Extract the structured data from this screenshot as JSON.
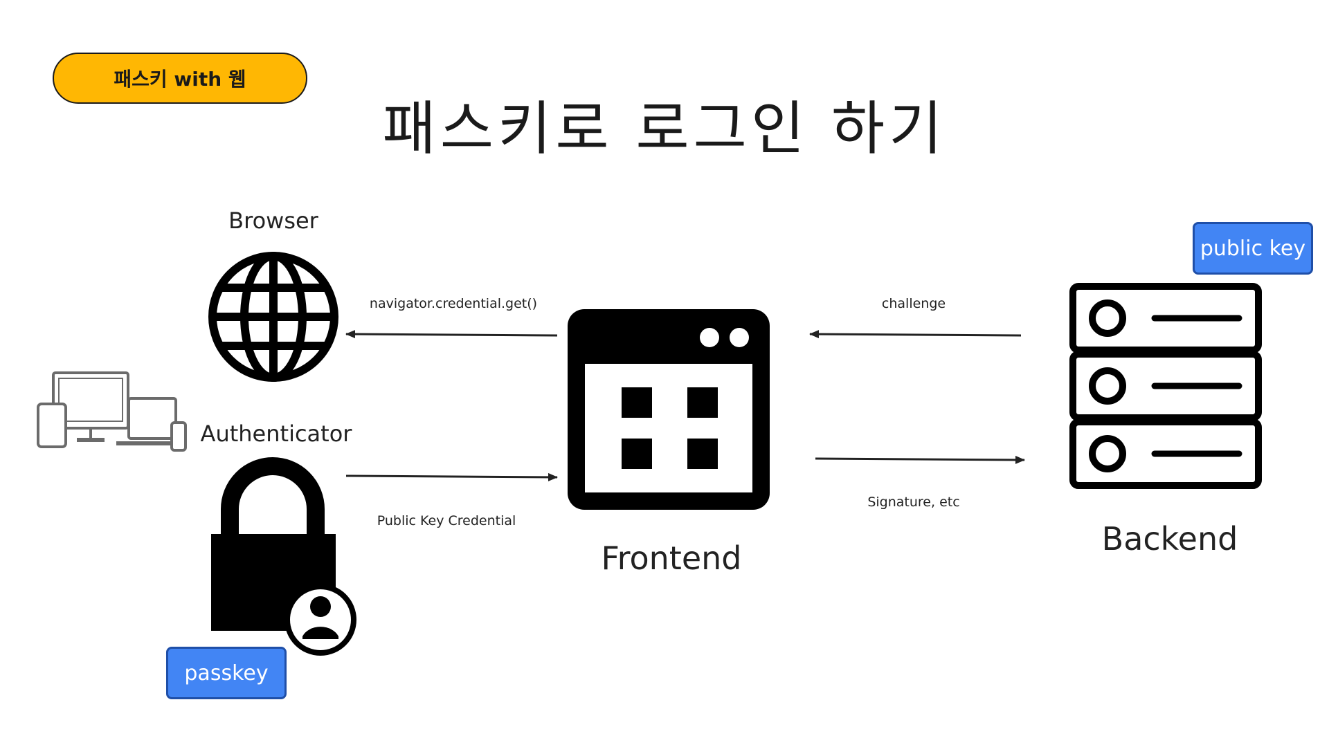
{
  "badge": {
    "text": "패스키 with 웹"
  },
  "title": "패스키로 로그인 하기",
  "nodes": {
    "browser": "Browser",
    "authenticator": "Authenticator",
    "frontend": "Frontend",
    "backend": "Backend"
  },
  "edges": {
    "navigator_get": "navigator.credential.get()",
    "challenge": "challenge",
    "signature": "Signature, etc",
    "public_key_credential": "Public Key Credential"
  },
  "tags": {
    "public_key": "public key",
    "passkey": "passkey"
  },
  "icons": {
    "browser": "globe-icon",
    "devices": "devices-icon",
    "authenticator": "lock-person-icon",
    "frontend": "web-app-window-icon",
    "backend": "server-stack-icon"
  },
  "colors": {
    "badge_fill": "#FFB703",
    "tag_fill": "#4285F4",
    "ink": "#000000"
  }
}
